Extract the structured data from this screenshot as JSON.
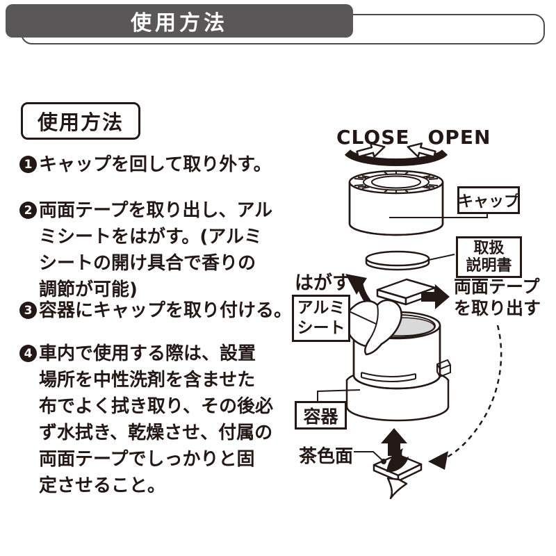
{
  "header": {
    "title": "使用方法"
  },
  "body": {
    "section_title": "使用方法",
    "steps": [
      {
        "num": "1",
        "lines": [
          "キャップを回して取り外す。"
        ]
      },
      {
        "num": "2",
        "lines": [
          "両面テープを取り出し、アル",
          "ミシートをはがす。(アルミ",
          "シートの開け具合で香りの",
          "調節が可能)"
        ]
      },
      {
        "num": "3",
        "lines": [
          "容器にキャップを取り付ける。"
        ]
      },
      {
        "num": "4",
        "lines": [
          "車内で使用する際は、設置",
          "場所を中性洗剤を含ませた",
          "布でよく拭き取り、その後必",
          "ず水拭き、乾燥させ、付属の",
          "両面テープでしっかりと固",
          "定させること。"
        ]
      }
    ]
  },
  "diagram": {
    "close_label": "CLOSE",
    "open_label": "OPEN",
    "cap_label": "キャップ",
    "manual_label": [
      "取扱",
      "説明書"
    ],
    "peel_label": "はがす",
    "alumi_sheet_label": [
      "アルミ",
      "シート"
    ],
    "tape_out_label": [
      "両面テープ",
      "を取り出す"
    ],
    "container_label": "容器",
    "brown_side_label": "茶色面"
  },
  "colors": {
    "header_bg": "#595757",
    "ink": "#231815",
    "gel_gray": "#d9d9d9"
  }
}
